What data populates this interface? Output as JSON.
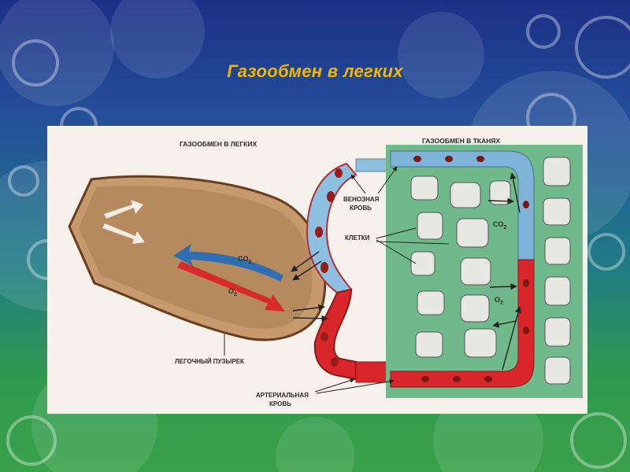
{
  "slide": {
    "title": "Газообмен в легких"
  },
  "diagram": {
    "lungs_heading": "ГАЗООБМЕН В ЛЕГКИХ",
    "tissues_heading": "ГАЗООБМЕН В ТКАНЯХ",
    "venous_blood_line1": "ВЕНОЗНАЯ",
    "venous_blood_line2": "КРОВЬ",
    "cells_label": "КЛЕТКИ",
    "alveolus_label": "ЛЕГОЧНЫЙ ПУЗЫРЕК",
    "arterial_blood_line1": "АРТЕРИАЛЬНАЯ",
    "arterial_blood_line2": "КРОВЬ",
    "co2_base": "CO",
    "o2_base": "O",
    "subscript_2": "2",
    "colors": {
      "venous": "#7fb3d8",
      "arterial": "#d8262b",
      "alveolus": "#b98a5d",
      "tissue": "#6fb98a",
      "cell": "#e9e9e4"
    }
  }
}
